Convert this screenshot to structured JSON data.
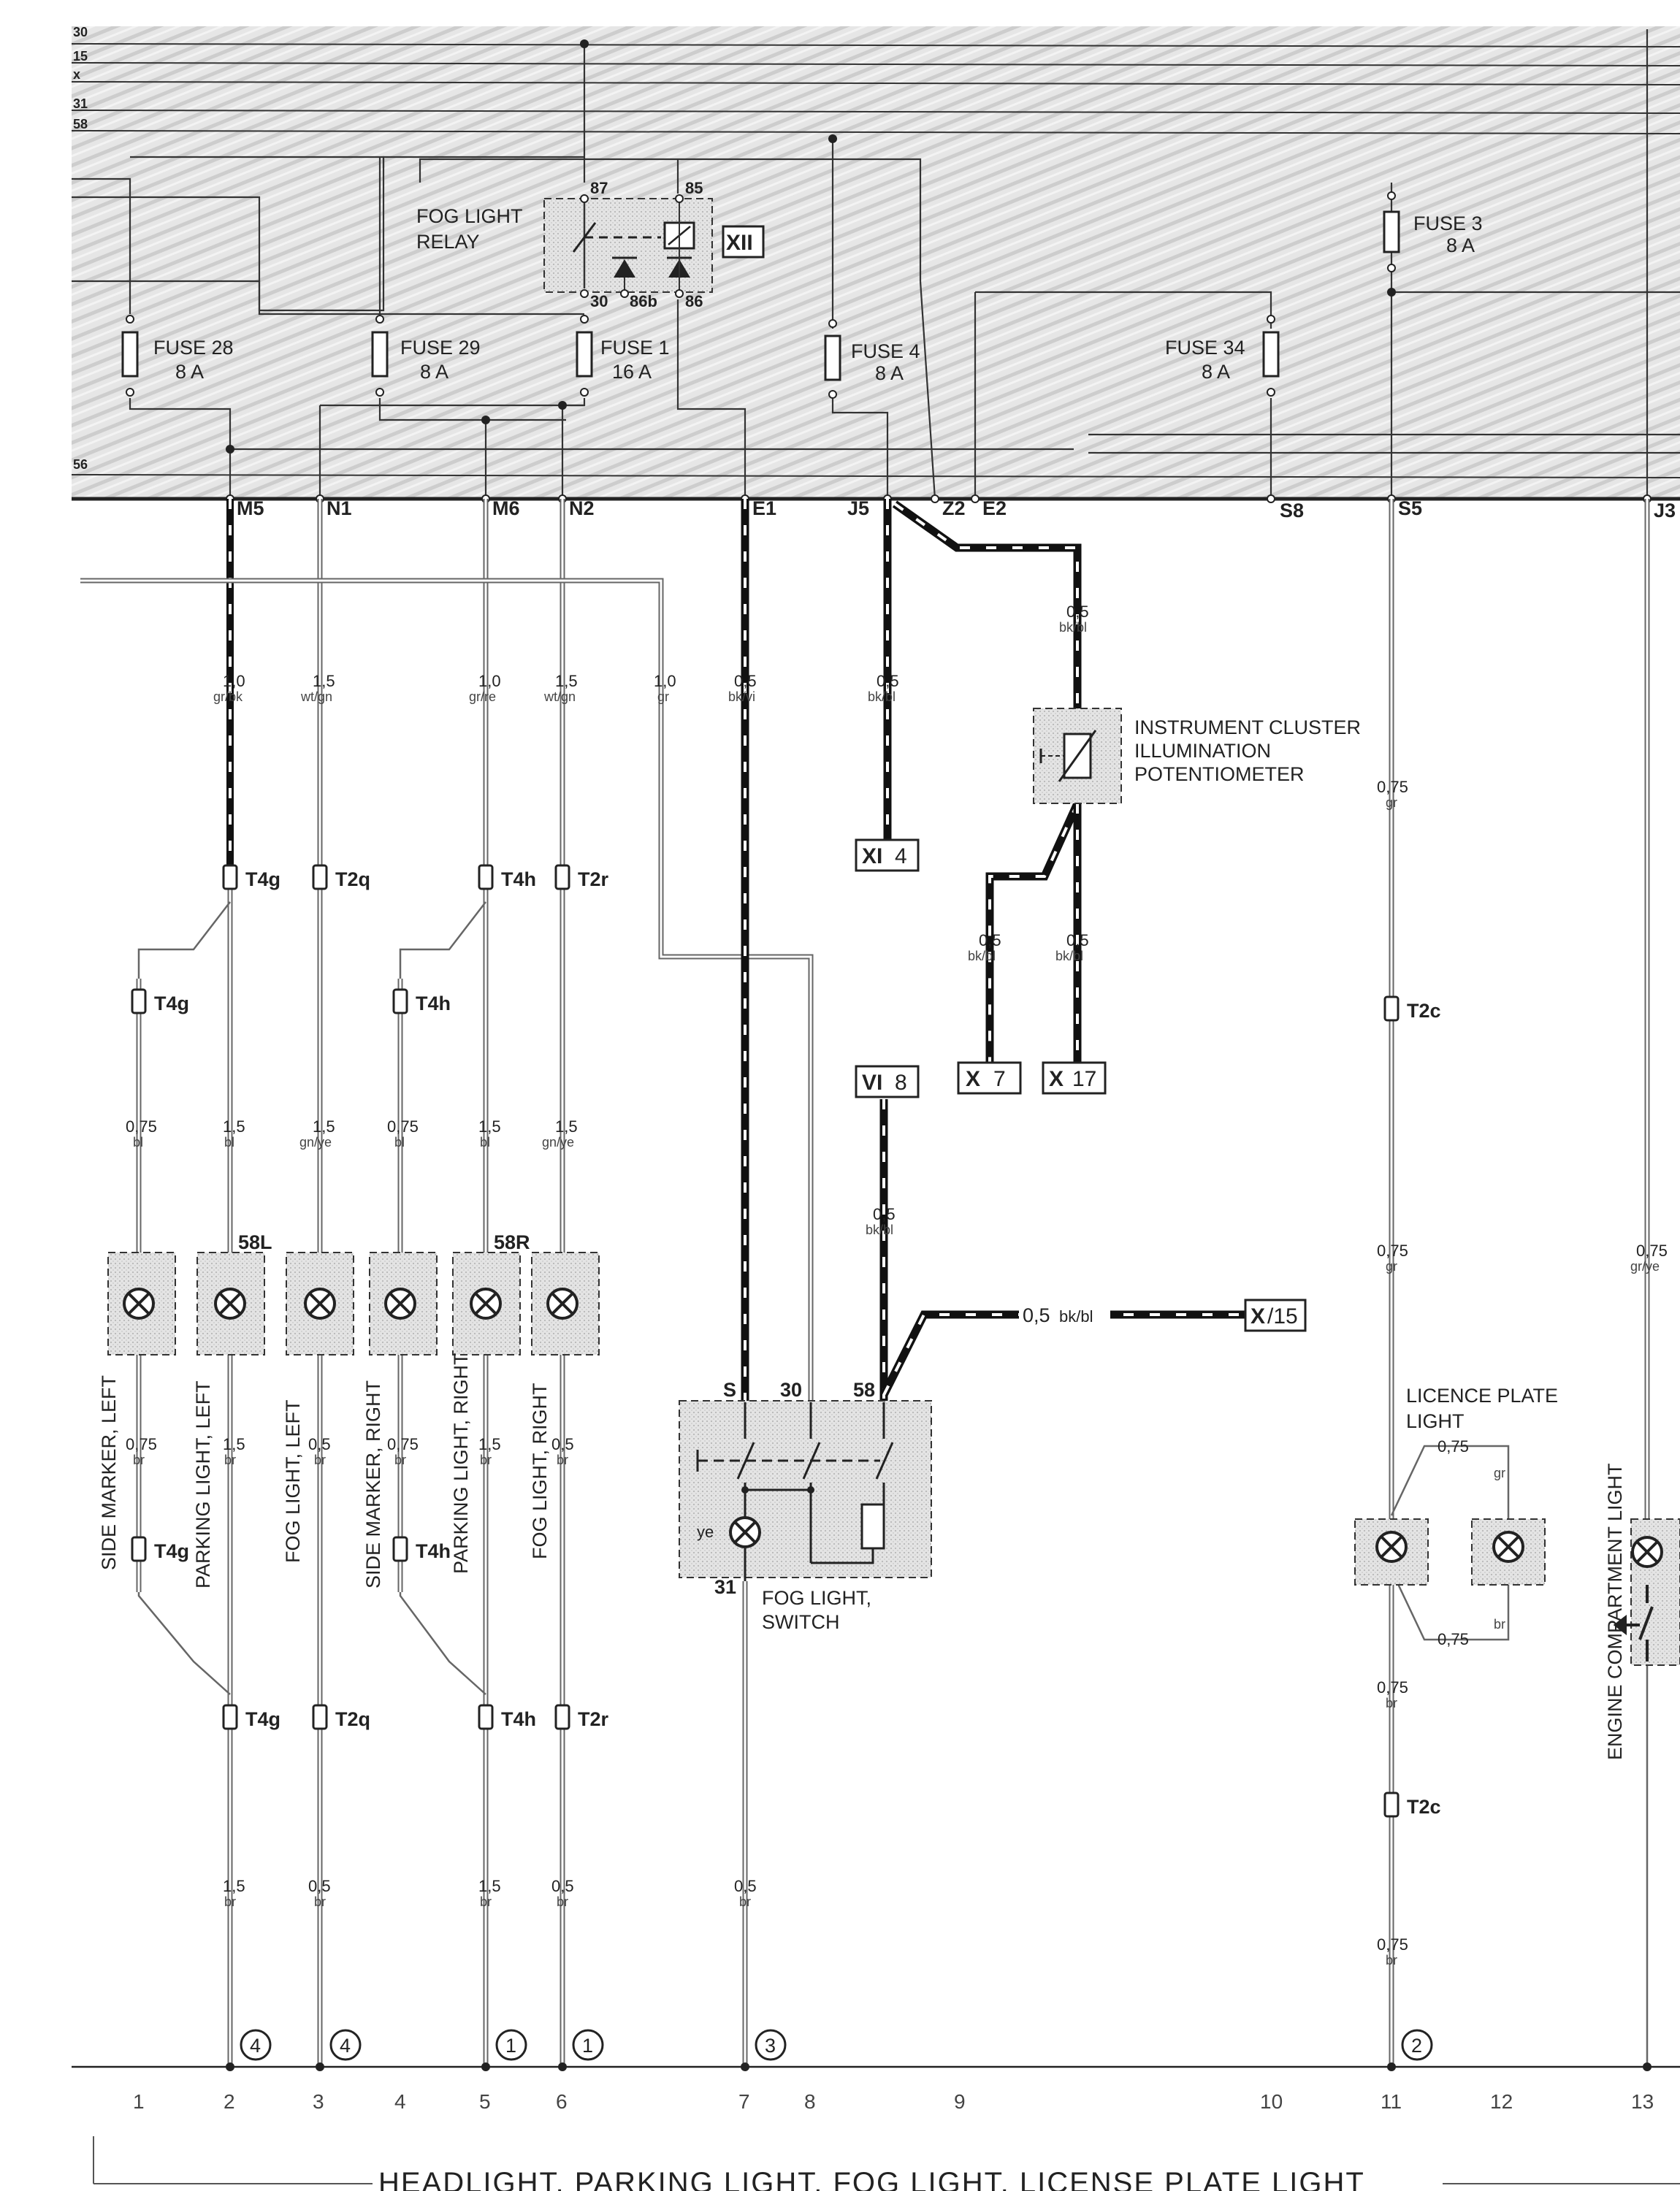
{
  "bus_labels": [
    "30",
    "15",
    "x",
    "31",
    "58",
    "56"
  ],
  "relay": {
    "label_line1": "FOG LIGHT",
    "label_line2": "RELAY",
    "roman": "XII",
    "terminals": [
      "87",
      "85",
      "30",
      "86b",
      "86"
    ]
  },
  "fuses": [
    {
      "name": "FUSE 28",
      "rating": "8 A"
    },
    {
      "name": "FUSE 29",
      "rating": "8 A"
    },
    {
      "name": "FUSE 1",
      "rating": "16 A"
    },
    {
      "name": "FUSE 4",
      "rating": "8 A"
    },
    {
      "name": "FUSE 34",
      "rating": "8 A"
    },
    {
      "name": "FUSE 3",
      "rating": "8 A"
    }
  ],
  "connectors": [
    "M5",
    "N1",
    "M6",
    "N2",
    "E1",
    "J5",
    "Z2",
    "E2",
    "S8",
    "S5",
    "J3"
  ],
  "wires": [
    {
      "size": "1,0",
      "color": "gr/bk"
    },
    {
      "size": "1,5",
      "color": "wt/gn"
    },
    {
      "size": "1,0",
      "color": "gr/re"
    },
    {
      "size": "1,5",
      "color": "wt/gn"
    },
    {
      "size": "1,0",
      "color": "gr"
    },
    {
      "size": "0,5",
      "color": "bk/vi"
    },
    {
      "size": "0,5",
      "color": "bk/bl"
    },
    {
      "size": "0,5",
      "color": "bk/bl"
    },
    {
      "size": "0,75",
      "color": "gr"
    },
    {
      "size": "0,5",
      "color": "bk/bl"
    },
    {
      "size": "0,5",
      "color": "bk/bl"
    },
    {
      "size": "0,75",
      "color": "bl"
    },
    {
      "size": "1,5",
      "color": "bl"
    },
    {
      "size": "1,5",
      "color": "gn/ye"
    },
    {
      "size": "0,75",
      "color": "bl"
    },
    {
      "size": "1,5",
      "color": "bl"
    },
    {
      "size": "1,5",
      "color": "gn/ye"
    },
    {
      "size": "0,5",
      "color": "bk/bl"
    },
    {
      "size": "0,75",
      "color": "gr"
    },
    {
      "size": "0,75",
      "color": "gr/ye"
    },
    {
      "size": "0,75",
      "color": "br"
    },
    {
      "size": "1,5",
      "color": "br"
    },
    {
      "size": "0,5",
      "color": "br"
    },
    {
      "size": "0,75",
      "color": "br"
    },
    {
      "size": "1,5",
      "color": "br"
    },
    {
      "size": "0,5",
      "color": "br"
    },
    {
      "size": "0,75",
      "color": "br"
    },
    {
      "size": "1,5",
      "color": "br"
    },
    {
      "size": "0,5",
      "color": "br"
    },
    {
      "size": "1,5",
      "color": "br"
    },
    {
      "size": "0,5",
      "color": "br"
    },
    {
      "size": "0,5",
      "color": "br"
    },
    {
      "size": "0,75",
      "color": "br"
    }
  ],
  "terminals_t": [
    "T4g",
    "T2q",
    "T4h",
    "T2r",
    "T4g",
    "T4h",
    "T4g",
    "T4h",
    "T4g",
    "T2q",
    "T4h",
    "T2r",
    "T2c",
    "T2c"
  ],
  "potentiometer": {
    "line1": "INSTRUMENT CLUSTER",
    "line2": "ILLUMINATION",
    "line3": "POTENTIOMETER"
  },
  "references": [
    {
      "roman": "XI",
      "num": "4"
    },
    {
      "roman": "X",
      "num": "7"
    },
    {
      "roman": "X",
      "num": "17"
    },
    {
      "roman": "VI",
      "num": "8"
    },
    {
      "roman": "X",
      "num": "/15"
    }
  ],
  "wire_inline": {
    "size": "0,5",
    "color": "bk/bl"
  },
  "lamps": [
    {
      "label": "SIDE MARKER, LEFT"
    },
    {
      "label": "PARKING LIGHT, LEFT",
      "terminal": "58L"
    },
    {
      "label": "FOG LIGHT, LEFT"
    },
    {
      "label": "SIDE MARKER, RIGHT"
    },
    {
      "label": "PARKING LIGHT, RIGHT",
      "terminal": "58R"
    },
    {
      "label": "FOG LIGHT, RIGHT"
    }
  ],
  "fog_switch": {
    "line1": "FOG LIGHT,",
    "line2": "SWITCH",
    "terminals": [
      "S",
      "30",
      "58",
      "31"
    ],
    "lamp_color": "ye"
  },
  "licence_plate": {
    "line1": "LICENCE PLATE",
    "line2": "LIGHT",
    "wire_size": "0,75",
    "wire_color_top": "gr",
    "wire_color_bottom": "br"
  },
  "engine_compartment_light": "ENGINE COMPARTMENT LIGHT",
  "grounds": [
    "4",
    "4",
    "1",
    "1",
    "3",
    "2"
  ],
  "columns": [
    "1",
    "2",
    "3",
    "4",
    "5",
    "6",
    "7",
    "8",
    "9",
    "10",
    "11",
    "12",
    "13"
  ],
  "title": "HEADLIGHT, PARKING LIGHT, FOG LIGHT, LICENSE PLATE LIGHT"
}
